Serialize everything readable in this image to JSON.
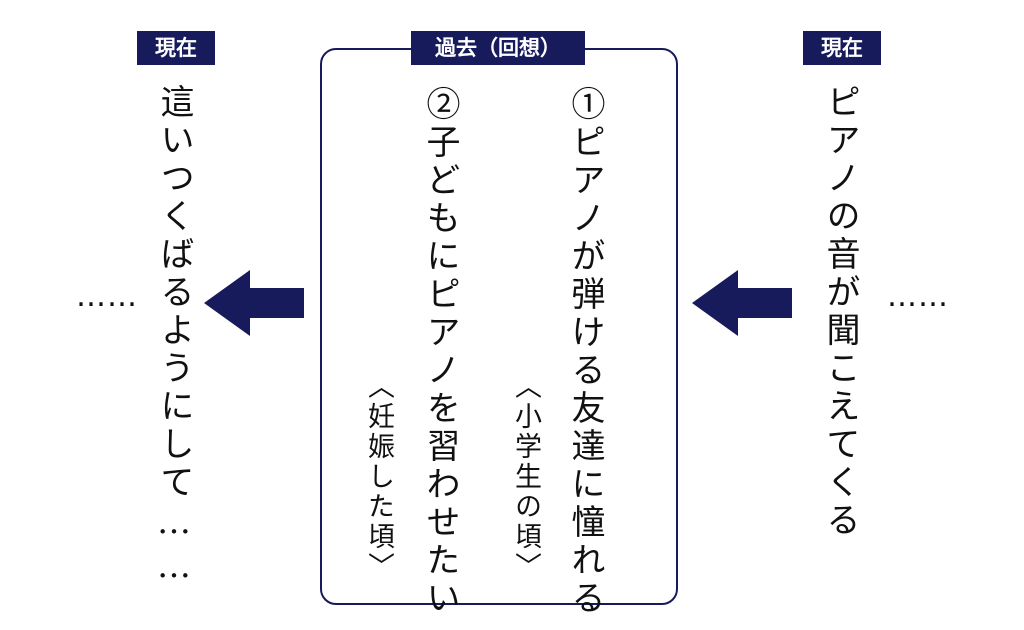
{
  "colors": {
    "accent": "#171a5b",
    "text": "#111111",
    "background": "#ffffff"
  },
  "right": {
    "label": "現在",
    "text": "ピアノの音が聞こえてくる",
    "dots": "……"
  },
  "middle": {
    "label": "過去（回想）",
    "item1": {
      "text": "①ピアノが弾ける友達に憧れる",
      "note": "〈小学生の頃〉"
    },
    "item2": {
      "text": "②子どもにピアノを習わせたい",
      "note": "〈妊娠した頃〉"
    }
  },
  "left": {
    "label": "現在",
    "text": "這いつくばるようにして……",
    "dots": "……"
  },
  "arrows": [
    {
      "name": "arrow-right-to-middle",
      "direction": "left"
    },
    {
      "name": "arrow-middle-to-left",
      "direction": "left"
    }
  ]
}
